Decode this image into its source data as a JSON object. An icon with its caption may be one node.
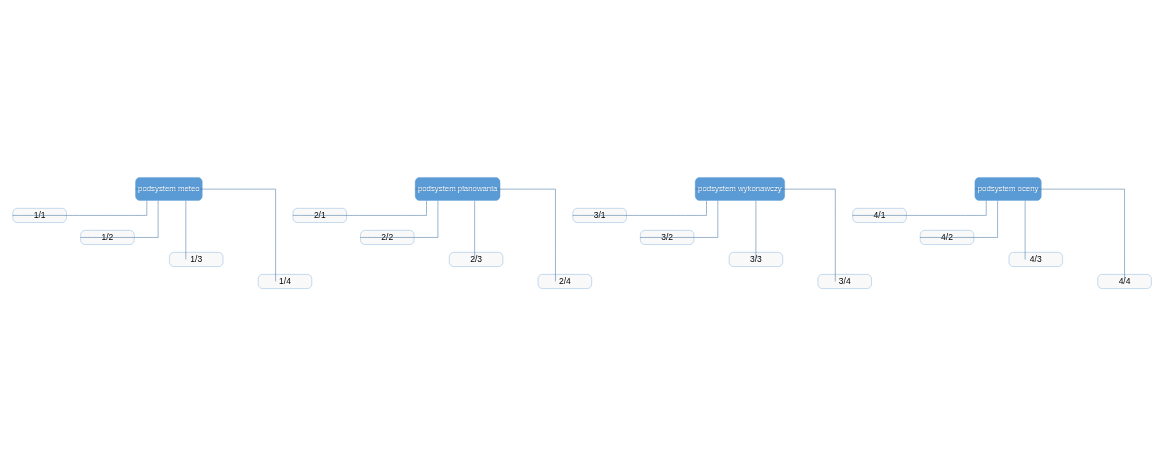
{
  "diagram": {
    "nodes": [
      {
        "text": [
          "podsystem meteo"
        ]
      },
      {
        "text": [
          "1/1"
        ]
      },
      {
        "text": [
          "1/2"
        ]
      },
      {
        "text": [
          "1/3"
        ]
      },
      {
        "text": [
          "1/4"
        ]
      },
      {
        "text": [
          "podsystem planowania"
        ]
      },
      {
        "text": [
          "2/1"
        ]
      },
      {
        "text": [
          "2/2"
        ]
      },
      {
        "text": [
          "2/3"
        ]
      },
      {
        "text": [
          "2/4"
        ]
      },
      {
        "text": [
          "podsystem wykonawczy"
        ]
      },
      {
        "text": [
          "3/1"
        ]
      },
      {
        "text": [
          "3/2"
        ]
      },
      {
        "text": [
          "3/3"
        ]
      },
      {
        "text": [
          "3/4"
        ]
      },
      {
        "text": [
          "podsystem oceny"
        ]
      },
      {
        "text": [
          "4/1"
        ]
      },
      {
        "text": [
          "4/2"
        ]
      },
      {
        "text": [
          "4/3"
        ]
      },
      {
        "text": [
          "4/4"
        ]
      }
    ],
    "edges": [
      {
        "from": 0,
        "to": 1,
        "arrow": "none"
      },
      {
        "from": 0,
        "to": 2,
        "arrow": "none"
      },
      {
        "from": 0,
        "to": 3,
        "arrow": "none"
      },
      {
        "from": 0,
        "to": 4,
        "arrow": "none"
      },
      {
        "from": 5,
        "to": 6,
        "arrow": "none"
      },
      {
        "from": 5,
        "to": 7,
        "arrow": "none"
      },
      {
        "from": 5,
        "to": 8,
        "arrow": "none"
      },
      {
        "from": 5,
        "to": 9,
        "arrow": "none"
      },
      {
        "from": 10,
        "to": 11,
        "arrow": "none"
      },
      {
        "from": 10,
        "to": 12,
        "arrow": "none"
      },
      {
        "from": 10,
        "to": 13,
        "arrow": "none"
      },
      {
        "from": 10,
        "to": 14,
        "arrow": "none"
      },
      {
        "from": 15,
        "to": 16,
        "arrow": "none"
      },
      {
        "from": 15,
        "to": 17,
        "arrow": "none"
      },
      {
        "from": 15,
        "to": 18,
        "arrow": "none"
      },
      {
        "from": 15,
        "to": 19,
        "arrow": "none"
      }
    ]
  }
}
